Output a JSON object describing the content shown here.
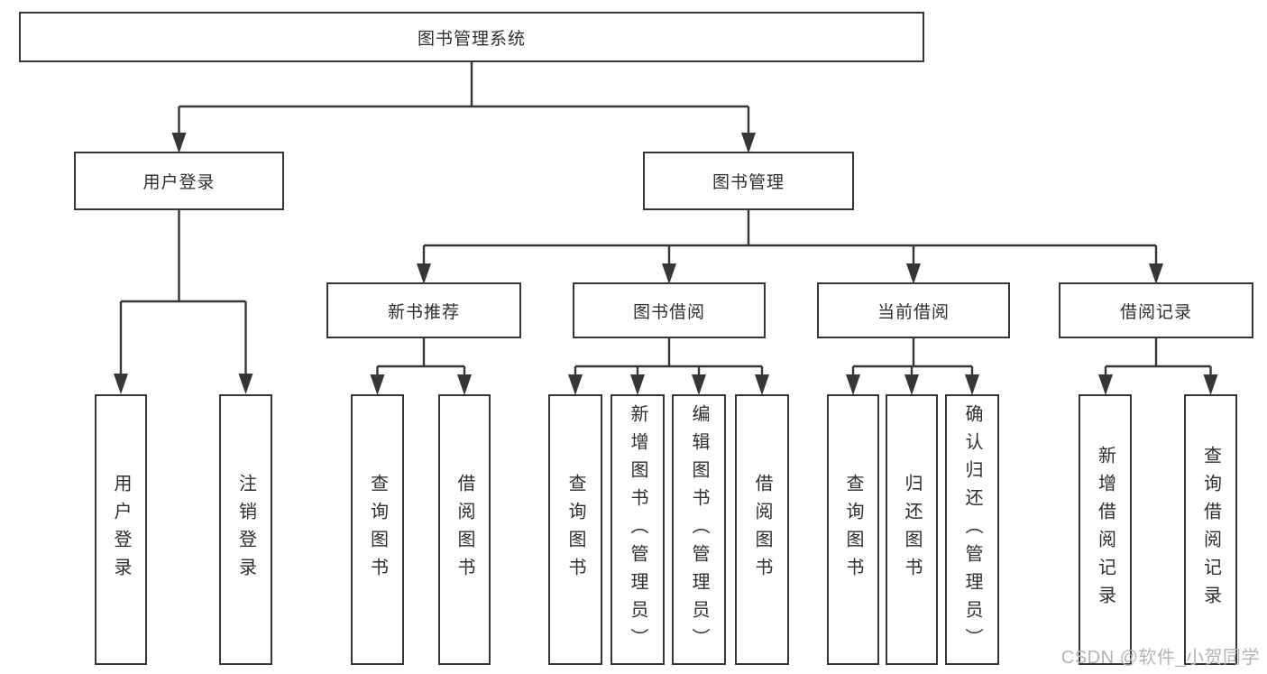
{
  "tree": {
    "label": "图书管理系统",
    "children": [
      {
        "label": "用户登录",
        "children": [
          {
            "label": "用户登录"
          },
          {
            "label": "注销登录"
          }
        ]
      },
      {
        "label": "图书管理",
        "children": [
          {
            "label": "新书推荐",
            "children": [
              {
                "label": "查询图书"
              },
              {
                "label": "借阅图书"
              }
            ]
          },
          {
            "label": "图书借阅",
            "children": [
              {
                "label": "查询图书"
              },
              {
                "label": "新增图书（管理员）"
              },
              {
                "label": "编辑图书（管理员）"
              },
              {
                "label": "借阅图书"
              }
            ]
          },
          {
            "label": "当前借阅",
            "children": [
              {
                "label": "查询图书"
              },
              {
                "label": "归还图书"
              },
              {
                "label": "确认归还（管理员）"
              }
            ]
          },
          {
            "label": "借阅记录",
            "children": [
              {
                "label": "新增借阅记录"
              },
              {
                "label": "查询借阅记录"
              }
            ]
          }
        ]
      }
    ]
  },
  "watermark": {
    "text": "CSDN @软件_小贺同学"
  },
  "colors": {
    "line": "#363636",
    "box_border": "#363636",
    "text": "#2e2e2e",
    "watermark": "#b4b4b4",
    "background": "#ffffff"
  }
}
